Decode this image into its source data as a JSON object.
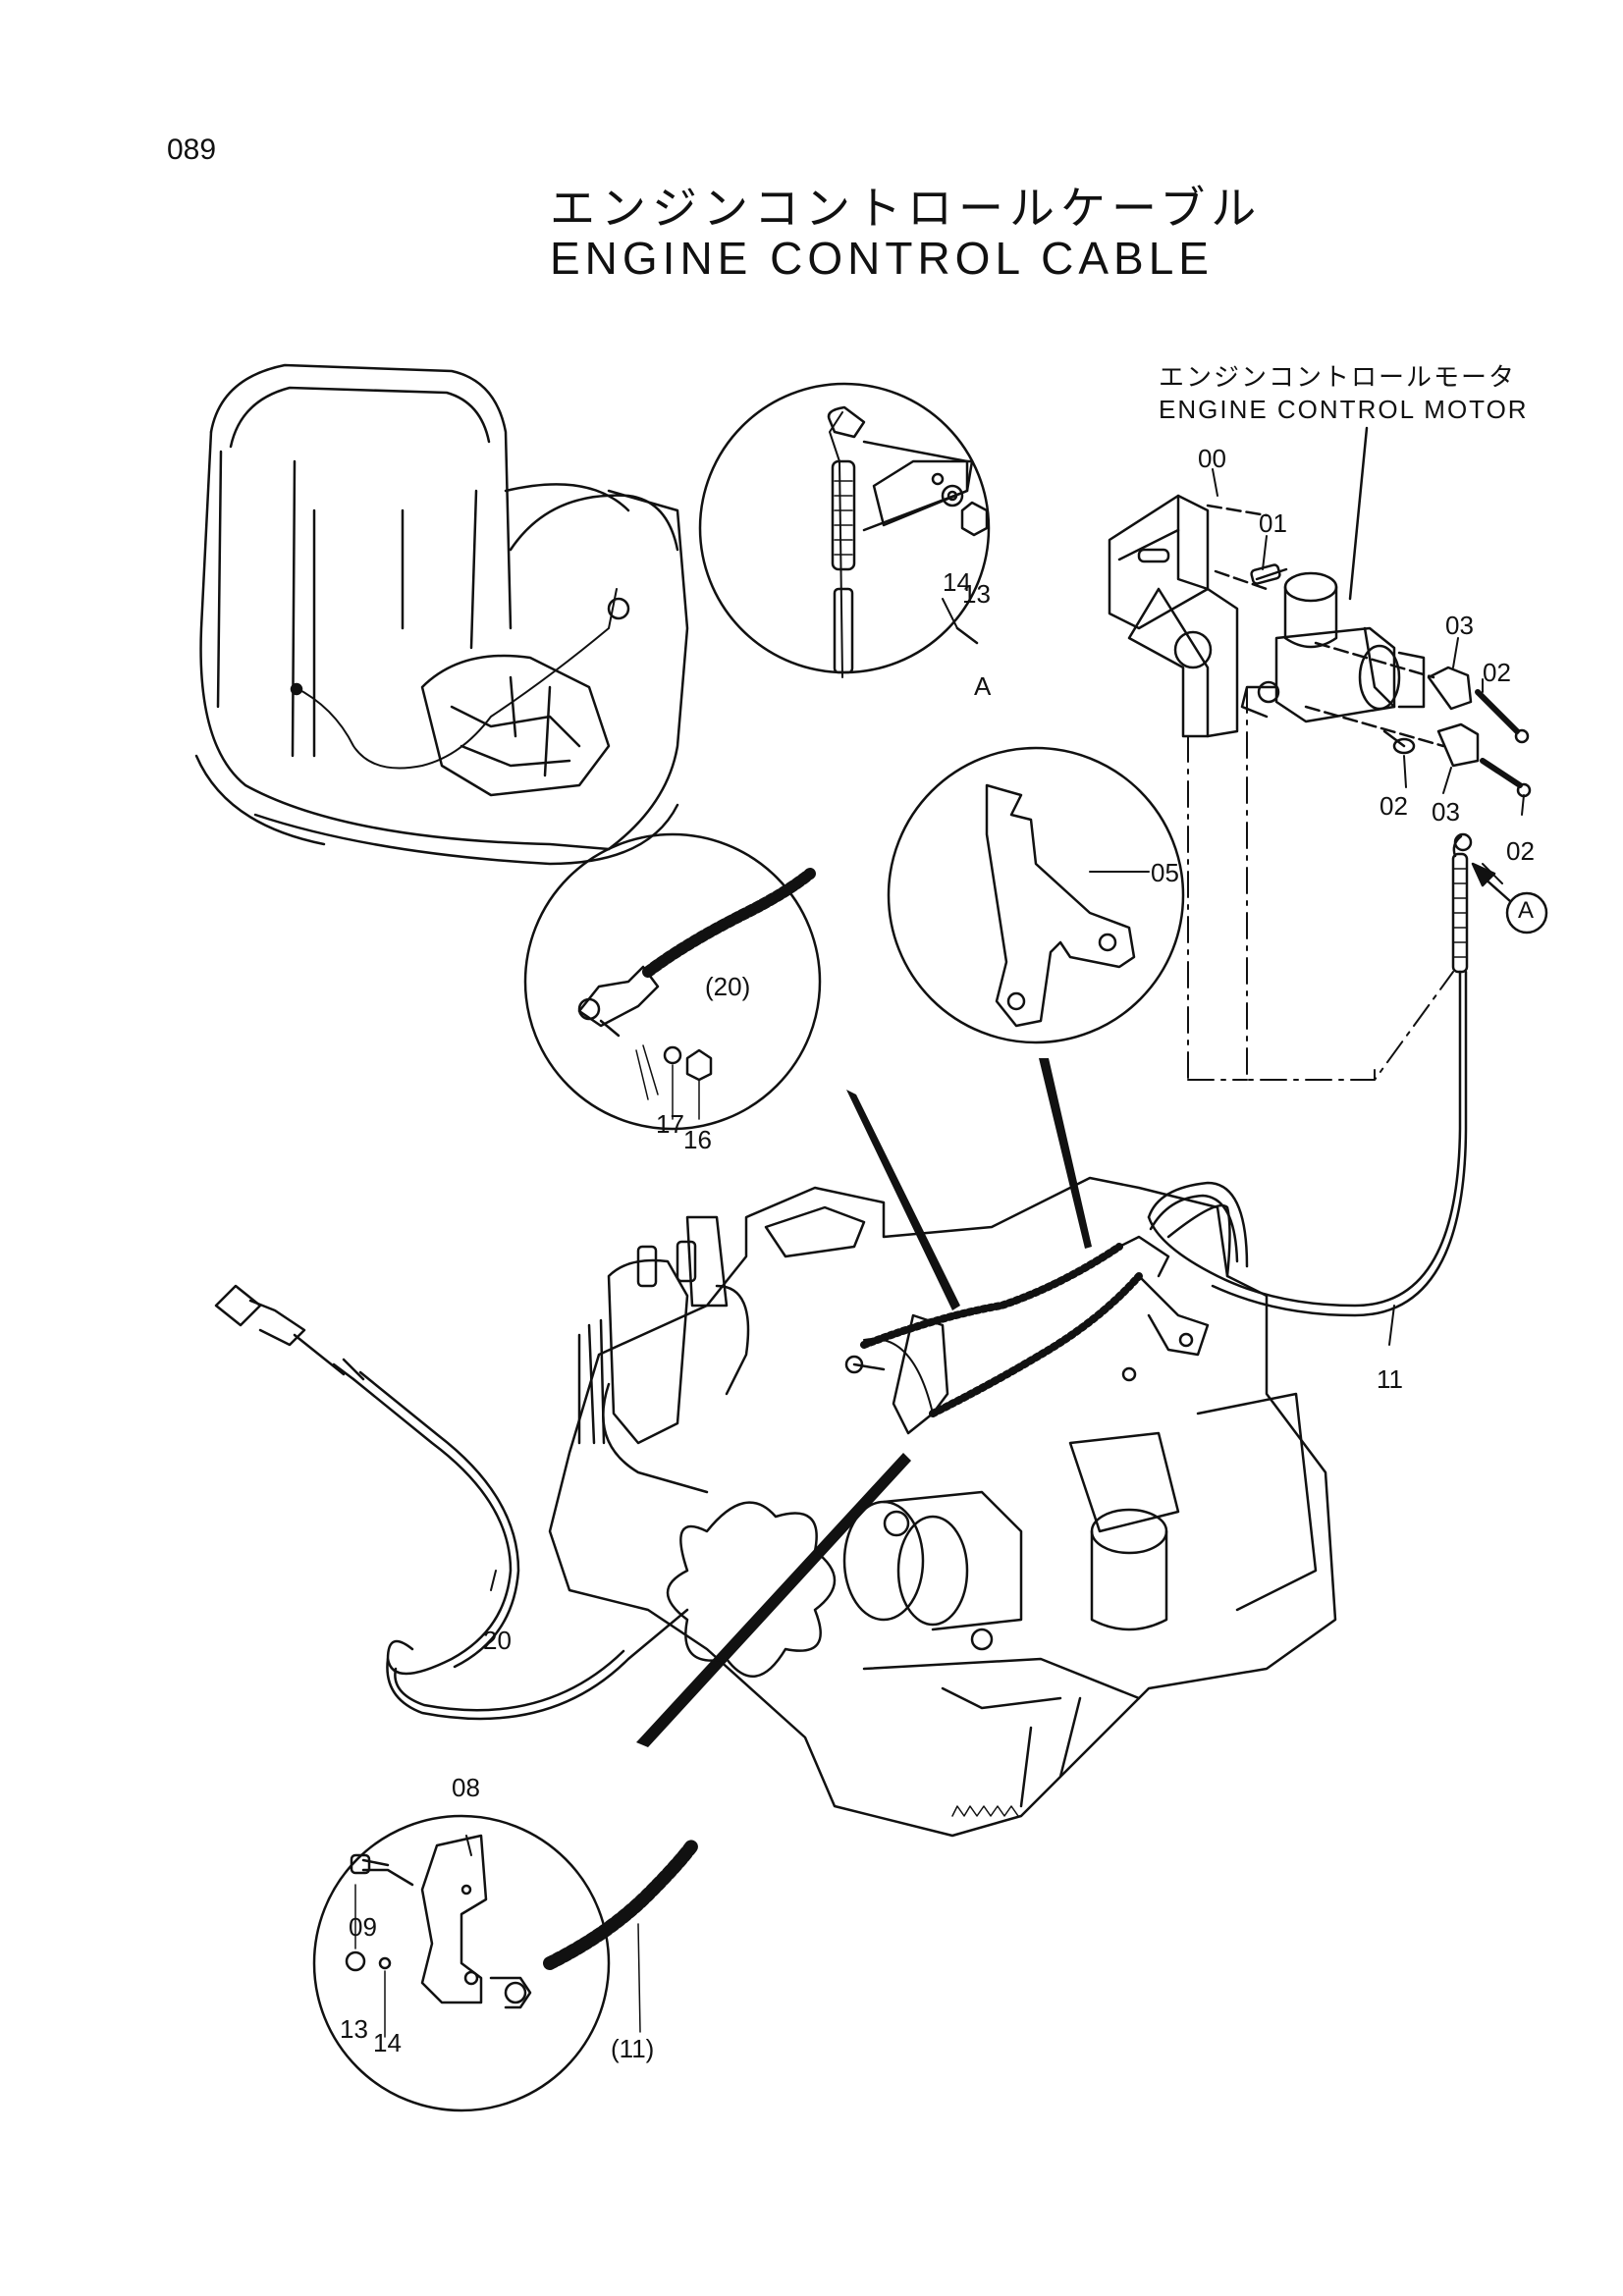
{
  "page_number": "089",
  "title_jp": "エンジンコントロールケーブル",
  "title_en": "ENGINE CONTROL CABLE",
  "motor_label_jp": "エンジンコントロールモータ",
  "motor_label_en": "ENGINE CONTROL MOTOR",
  "callouts": {
    "c00": "00",
    "c01": "01",
    "c02a": "02",
    "c02b": "02",
    "c02c": "02",
    "c03a": "03",
    "c03b": "03",
    "c05": "05",
    "c08": "08",
    "c09": "09",
    "c11": "11",
    "c11p": "(11)",
    "c13a": "13",
    "c13b": "13",
    "c14a": "14",
    "c14b": "14",
    "c16": "16",
    "c17": "17",
    "c20": "20",
    "c20p": "(20)",
    "detailA": "A",
    "viewA": "A"
  },
  "colors": {
    "ink": "#111111",
    "paper": "#ffffff"
  }
}
